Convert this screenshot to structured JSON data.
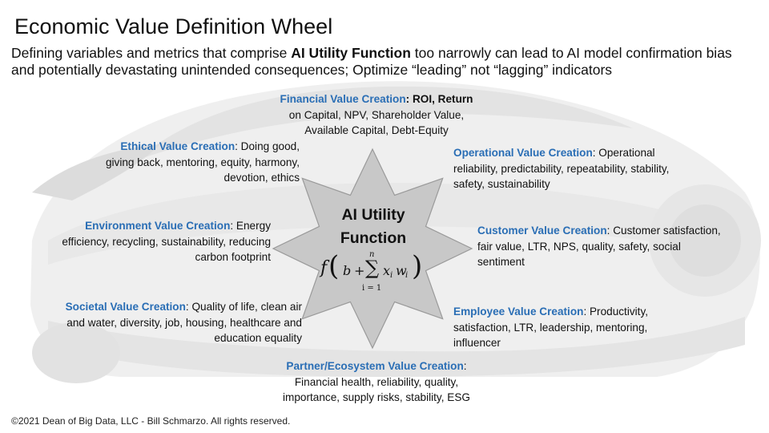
{
  "header": {
    "title": "Economic Value Definition Wheel",
    "subtitle_pre": "Defining variables and metrics that comprise ",
    "subtitle_bold": "AI Utility Function",
    "subtitle_post": " too narrowly can lead to AI model confirmation bias and potentially devastating unintended consequences; Optimize “leading” not “lagging” indicators"
  },
  "center": {
    "title_line1": "AI Utility",
    "title_line2": "Function",
    "formula": {
      "f": "f",
      "open": "(",
      "b": "b",
      "plus": "+",
      "sum_upper": "n",
      "sigma": "∑",
      "sum_lower": "i = 1",
      "x": "x",
      "x_sub": "i",
      "w": "w",
      "w_sub": "i",
      "close": ")"
    }
  },
  "categories": {
    "financial": {
      "heading": "Financial Value Creation",
      "text_lines": [
        ": ROI, Return",
        "on Capital, NPV, Shareholder Value,",
        "Available Capital, Debt-Equity"
      ]
    },
    "ethical": {
      "heading": "Ethical Value Creation",
      "text_lines": [
        ": Doing good,",
        "giving back, mentoring, equity, harmony,",
        "devotion, ethics"
      ]
    },
    "operational": {
      "heading": "Operational Value Creation",
      "text_lines": [
        ": Operational",
        "reliability, predictability, repeatability, stability,",
        "safety, sustainability"
      ]
    },
    "environment": {
      "heading": "Environment Value Creation",
      "text_lines": [
        ": Energy",
        "efficiency, recycling, sustainability, reducing",
        "carbon footprint"
      ]
    },
    "customer": {
      "heading": "Customer Value Creation",
      "text_lines": [
        ": Customer satisfaction,",
        "fair value, LTR, NPS, quality, safety, social",
        "sentiment"
      ]
    },
    "societal": {
      "heading": "Societal Value Creation",
      "text_lines": [
        ": Quality of life, clean air",
        "and water, diversity, job, housing, healthcare and",
        "education equality"
      ]
    },
    "employee": {
      "heading": "Employee Value Creation",
      "text_lines": [
        ": Productivity,",
        "satisfaction, LTR, leadership, mentoring,",
        "influencer"
      ]
    },
    "partner": {
      "heading": "Partner/Ecosystem Value Creation",
      "text_lines": [
        ":",
        "Financial health, reliability, quality,",
        "importance, supply risks, stability, ESG"
      ]
    }
  },
  "footer": {
    "copyright": "©2021 Dean of Big Data, LLC - Bill Schmarzo. All rights reserved."
  },
  "colors": {
    "heading_blue": "#2a6eb5",
    "star_fill": "#c8c8c8",
    "star_stroke": "#9a9a9a",
    "car_tint": "#eeeeee"
  }
}
